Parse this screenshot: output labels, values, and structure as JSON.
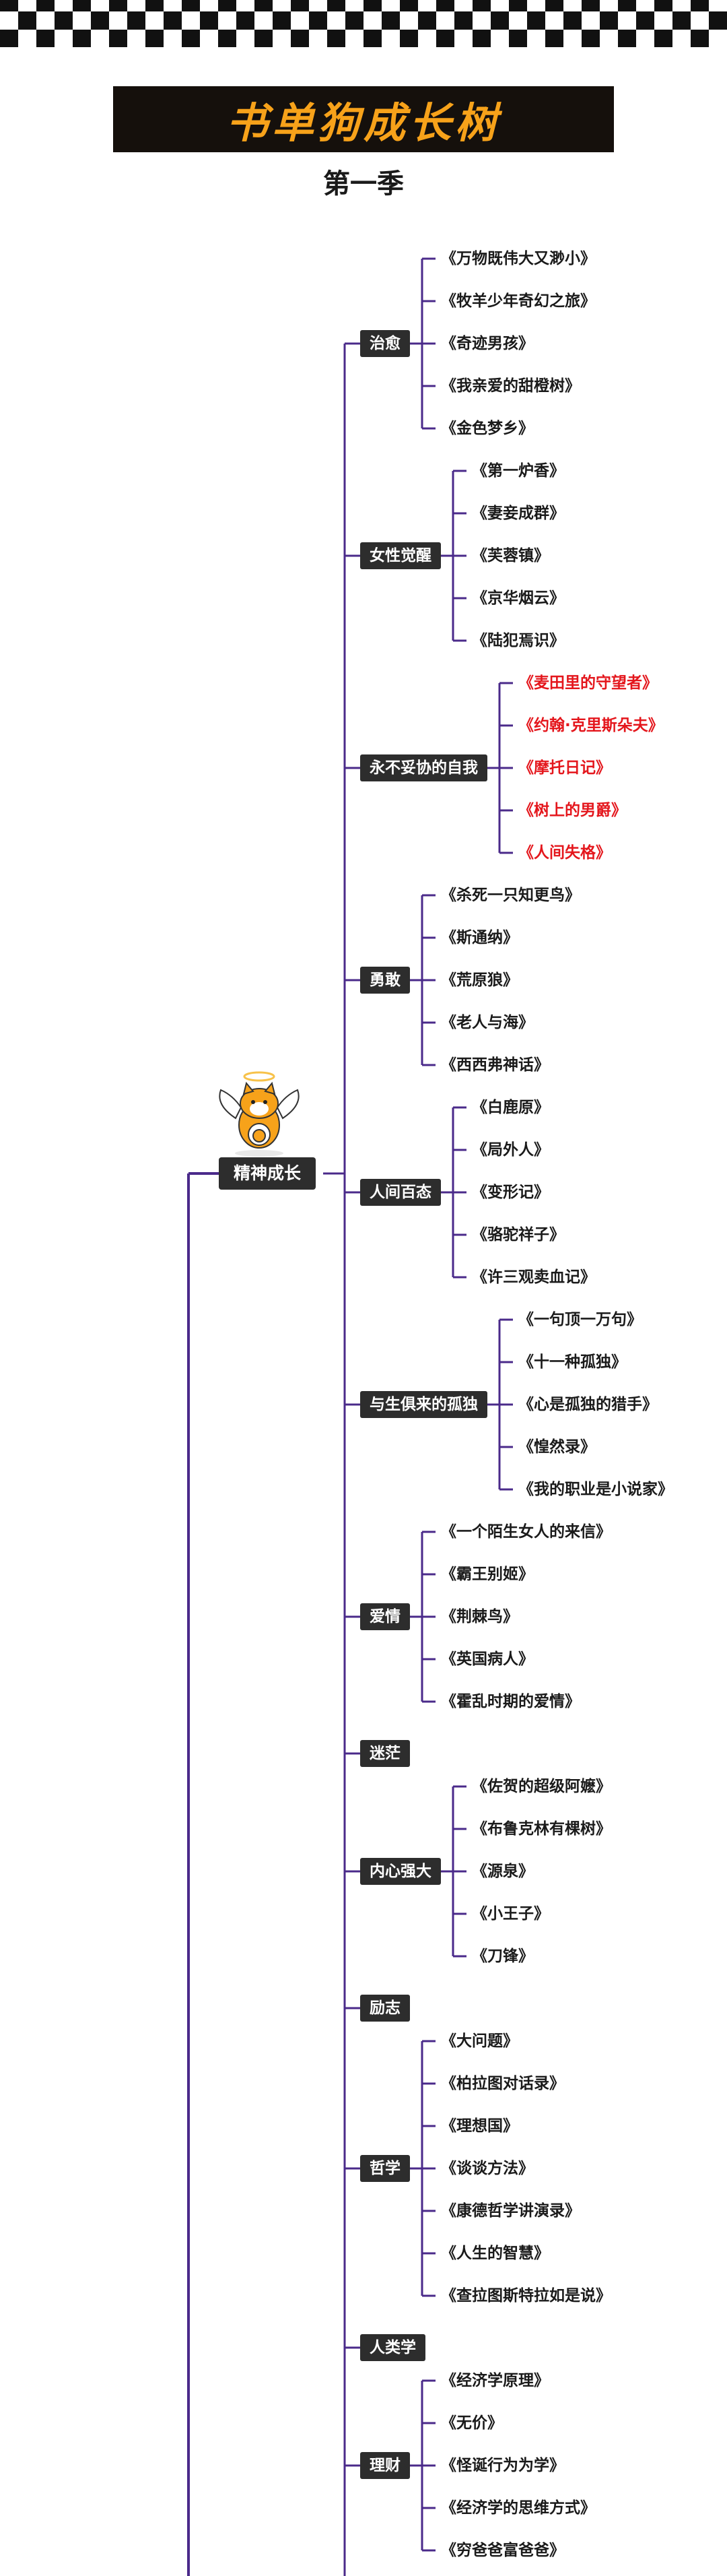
{
  "title": "书单狗成长树",
  "subtitle": "第一季",
  "colors": {
    "line": "#4a2a8a",
    "box": "#2d2d2d",
    "accent": "#f7a21a",
    "highlight": "#e4161c"
  },
  "root": {
    "label": "精神成长",
    "icon": "winged-cat-angel-mascot-icon"
  },
  "categories": [
    {
      "label": "治愈",
      "books": [
        "《万物既伟大又渺小》",
        "《牧羊少年奇幻之旅》",
        "《奇迹男孩》",
        "《我亲爱的甜橙树》",
        "《金色梦乡》"
      ]
    },
    {
      "label": "女性觉醒",
      "books": [
        "《第一炉香》",
        "《妻妾成群》",
        "《芙蓉镇》",
        "《京华烟云》",
        "《陆犯焉识》"
      ]
    },
    {
      "label": "永不妥协的自我",
      "highlight": true,
      "books": [
        "《麦田里的守望者》",
        "《约翰·克里斯朵夫》",
        "《摩托日记》",
        "《树上的男爵》",
        "《人间失格》"
      ]
    },
    {
      "label": "勇敢",
      "books": [
        "《杀死一只知更鸟》",
        "《斯通纳》",
        "《荒原狼》",
        "《老人与海》",
        "《西西弗神话》"
      ]
    },
    {
      "label": "人间百态",
      "books": [
        "《白鹿原》",
        "《局外人》",
        "《变形记》",
        "《骆驼祥子》",
        "《许三观卖血记》"
      ]
    },
    {
      "label": "与生俱来的孤独",
      "books": [
        "《一句顶一万句》",
        "《十一种孤独》",
        "《心是孤独的猎手》",
        "《惶然录》",
        "《我的职业是小说家》"
      ]
    },
    {
      "label": "爱情",
      "books": [
        "《一个陌生女人的来信》",
        "《霸王别姬》",
        "《荆棘鸟》",
        "《英国病人》",
        "《霍乱时期的爱情》"
      ]
    },
    {
      "label": "迷茫",
      "books": []
    },
    {
      "label": "内心强大",
      "books": [
        "《佐贺的超级阿嬷》",
        "《布鲁克林有棵树》",
        "《源泉》",
        "《小王子》",
        "《刀锋》"
      ]
    },
    {
      "label": "励志",
      "books": []
    },
    {
      "label": "哲学",
      "books": [
        "《大问题》",
        "《柏拉图对话录》",
        "《理想国》",
        "《谈谈方法》",
        "《康德哲学讲演录》",
        "《人生的智慧》",
        "《查拉图斯特拉如是说》"
      ]
    },
    {
      "label": "人类学",
      "books": []
    },
    {
      "label": "理财",
      "books": [
        "《经济学原理》",
        "《无价》",
        "《怪诞行为为学》",
        "《经济学的思维方式》",
        "《穷爸爸富爸爸》"
      ]
    }
  ]
}
